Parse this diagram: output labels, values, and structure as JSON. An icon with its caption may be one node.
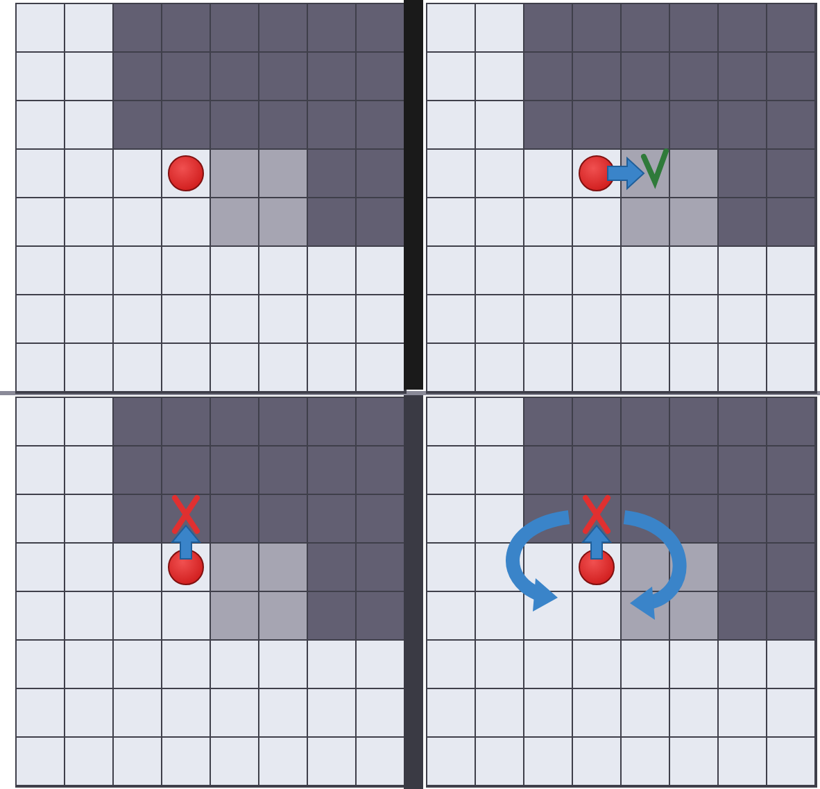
{
  "diagram": {
    "nodes": [
      {
        "text": [],
        "shape": "box"
      },
      {
        "text": [],
        "shape": "box"
      },
      {
        "text": [],
        "shape": "box"
      },
      {
        "text": [],
        "shape": "box"
      },
      {
        "text": [],
        "shape": "circle",
        "in": 0
      },
      {
        "text": [],
        "shape": "circle",
        "in": 1
      },
      {
        "text": [],
        "shape": "circle",
        "in": 2
      },
      {
        "text": [],
        "shape": "circle",
        "in": 3
      },
      {
        "text": [],
        "shape": "bar"
      },
      {
        "text": [],
        "shape": "bar"
      }
    ]
  }
}
